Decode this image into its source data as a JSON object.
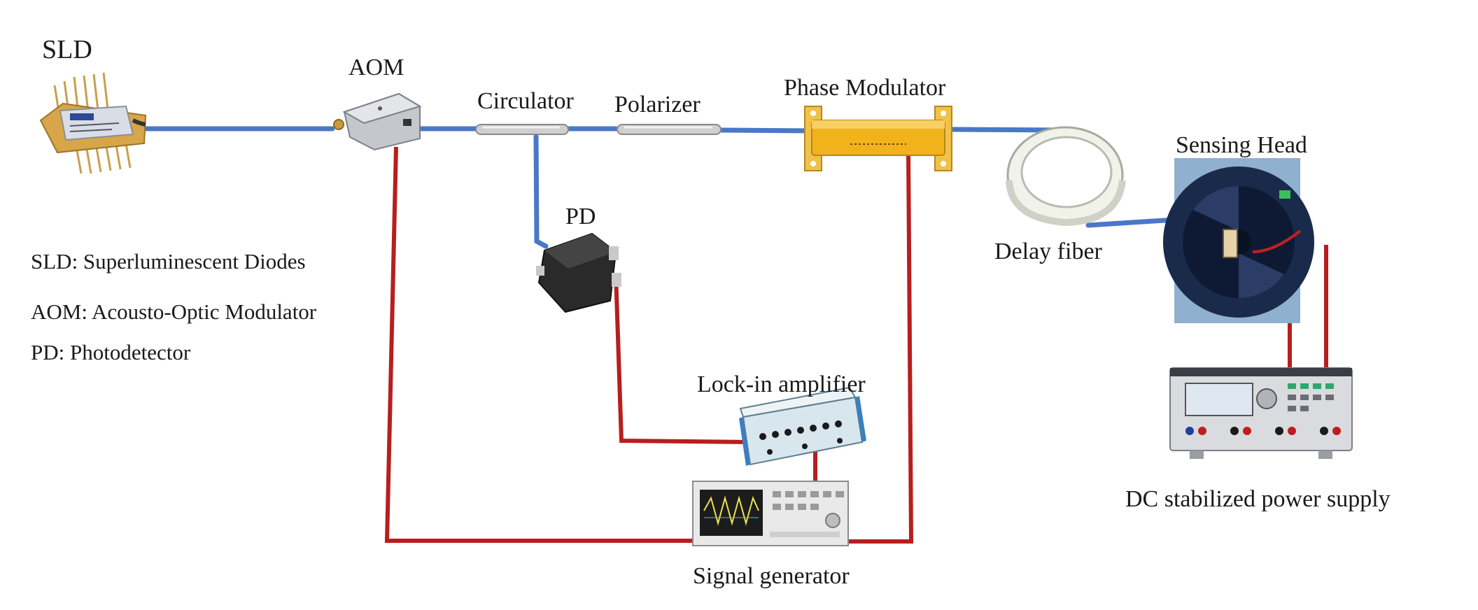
{
  "components": {
    "sld": "SLD",
    "aom": "AOM",
    "circulator": "Circulator",
    "polarizer": "Polarizer",
    "phase_modulator": "Phase Modulator",
    "sensing_head": "Sensing Head",
    "pd": "PD",
    "delay_fiber": "Delay fiber",
    "lock_in_amplifier": "Lock-in amplifier",
    "signal_generator": "Signal generator",
    "dc_power_supply": "DC stabilized power supply"
  },
  "legend": [
    "SLD: Superluminescent Diodes",
    "AOM: Acousto-Optic Modulator",
    "PD: Photodetector"
  ],
  "colors": {
    "fiber": "#4a78c8",
    "signal_wire": "#b81e1e",
    "phase_modulator_body": "#f2b21c",
    "sld_body": "#d4a640"
  }
}
